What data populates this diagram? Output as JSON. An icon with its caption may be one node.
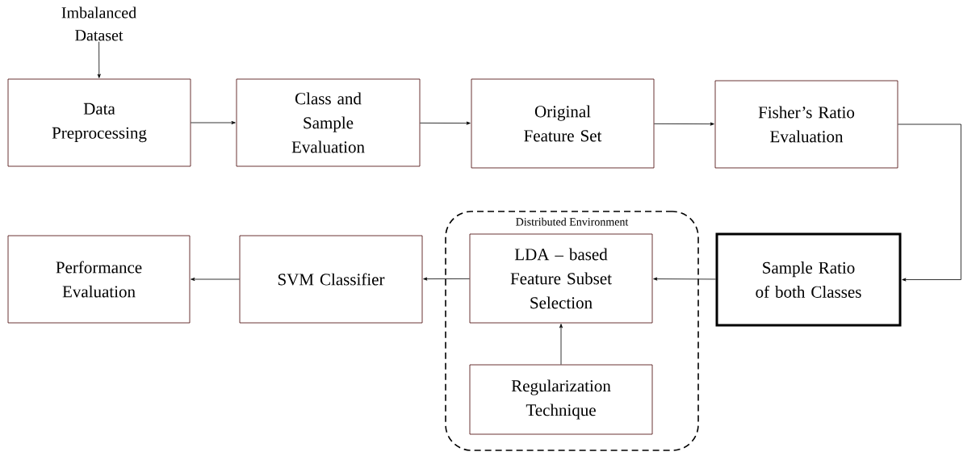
{
  "diagram": {
    "nodes": [
      {
        "text": [
          "Imbalanced Dataset"
        ]
      },
      {
        "text": [
          "Data Preprocessing"
        ]
      },
      {
        "text": [
          "Class and Sample Evaluation"
        ]
      },
      {
        "text": [
          "Original Feature Set"
        ]
      },
      {
        "text": [
          "Fisher’s Ratio Evaluation"
        ]
      },
      {
        "text": [
          "Performance Evaluation"
        ]
      },
      {
        "text": [
          "SVM Classifier"
        ]
      },
      {
        "text": [
          "Distributed Environment"
        ]
      },
      {
        "text": [
          "LDA – based Feature Subset Selection"
        ],
        "in": 7
      },
      {
        "text": [
          "Regularization Technique"
        ],
        "in": 7
      },
      {
        "text": [
          "Sample Ratio of both Classes"
        ]
      }
    ],
    "edges": [
      {
        "from": 0,
        "to": 1,
        "arrow": "to"
      },
      {
        "from": 1,
        "to": 2,
        "arrow": "to"
      },
      {
        "from": 2,
        "to": 3,
        "arrow": "to"
      },
      {
        "from": 3,
        "to": 4,
        "arrow": "to"
      },
      {
        "from": 4,
        "to": 10,
        "arrow": "to"
      },
      {
        "from": 10,
        "to": 8,
        "arrow": "to"
      },
      {
        "from": 9,
        "to": 8,
        "arrow": "to"
      },
      {
        "from": 8,
        "to": 6,
        "arrow": "to"
      },
      {
        "from": 6,
        "to": 5,
        "arrow": "to"
      }
    ]
  }
}
